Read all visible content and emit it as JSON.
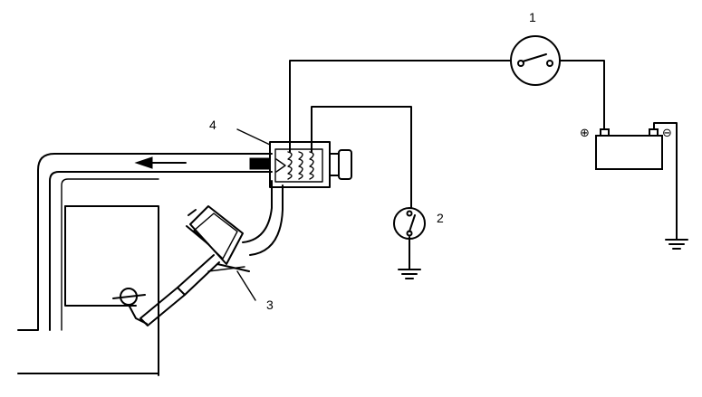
{
  "labels": {
    "switch_top": "1",
    "switch_lower": "2",
    "actuator": "3",
    "solenoid_valve": "4"
  },
  "battery": {
    "positive_symbol": "⊕",
    "negative_symbol": "⊖"
  },
  "icons": {
    "flow": "arrow-left-icon",
    "ground": "ground-icon",
    "switch": "switch-icon"
  }
}
